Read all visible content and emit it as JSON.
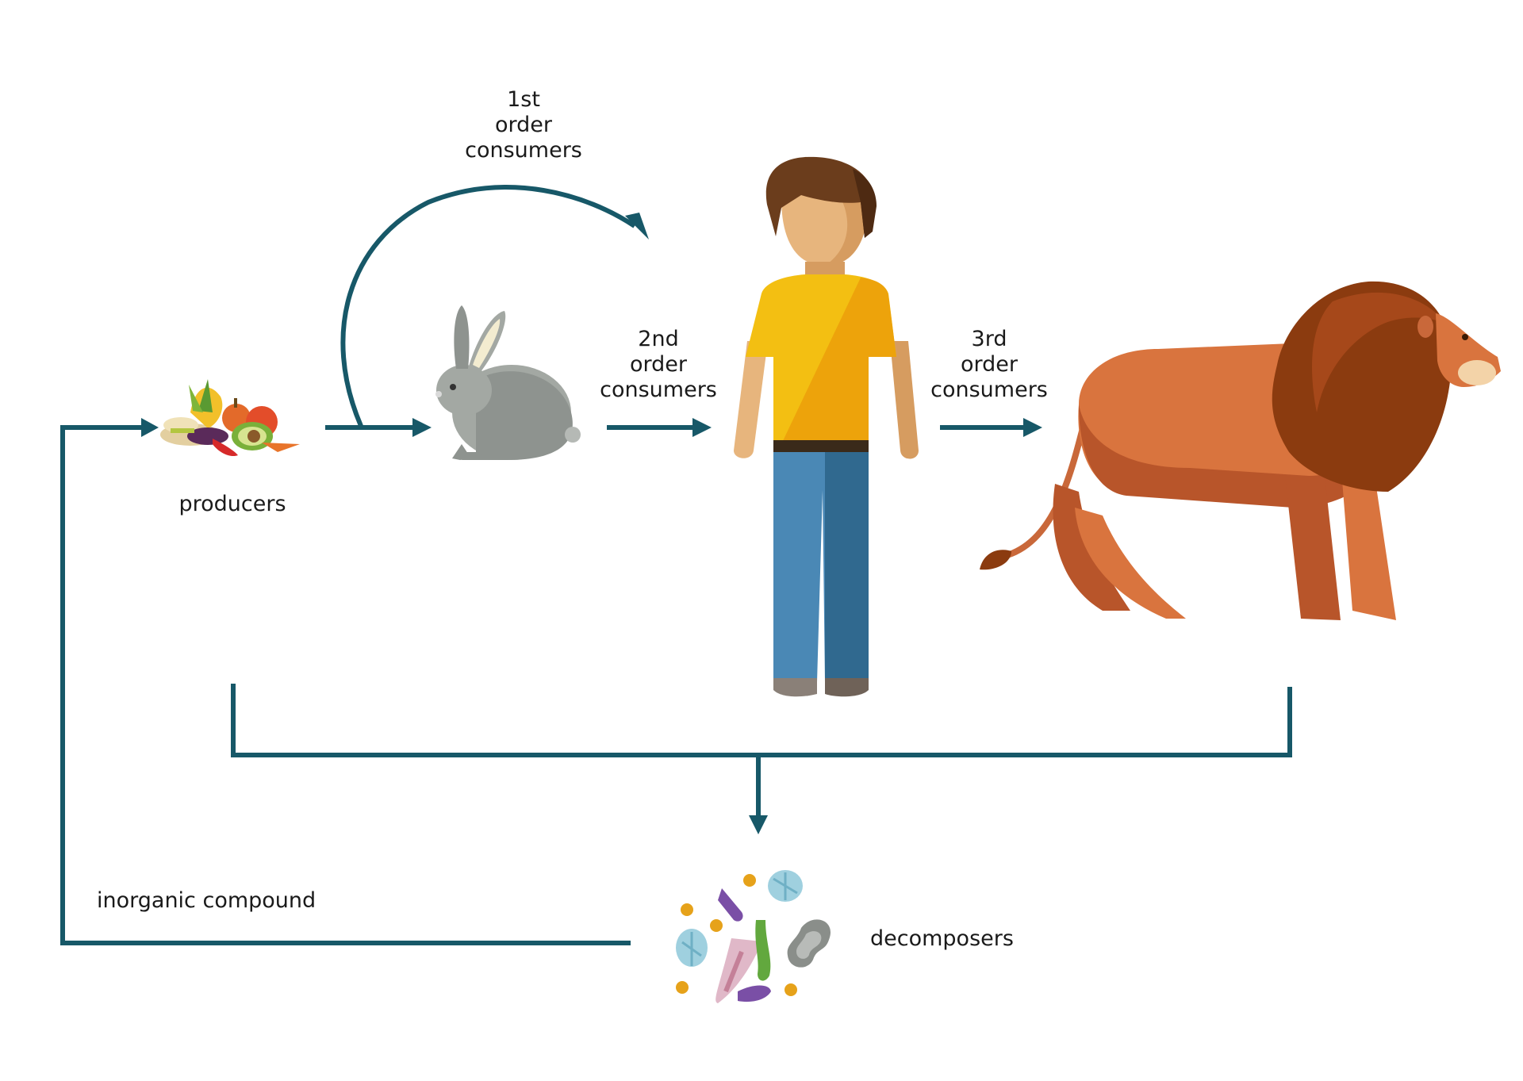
{
  "labels": {
    "first_consumers": [
      "1st",
      "order",
      "consumers"
    ],
    "second_consumers": [
      "2nd",
      "order",
      "consumers"
    ],
    "third_consumers": [
      "3rd",
      "order",
      "consumers"
    ],
    "producers": "producers",
    "decomposers": "decomposers",
    "inorganic": "inorganic compound"
  },
  "icons": {
    "producers": "vegetables-icon",
    "first_consumer": "rabbit-icon",
    "second_consumer": "human-icon",
    "third_consumer": "lion-icon",
    "decomposers": "microbes-icon"
  },
  "colors": {
    "arrow": "#175868",
    "rabbit": "#9fa5a0",
    "shirt": "#f0b500",
    "jeans": "#3e7fa8",
    "skin": "#e7b57d",
    "hair": "#6b3d1c",
    "lion_body": "#c9683a",
    "lion_mane": "#8b3b0f"
  }
}
